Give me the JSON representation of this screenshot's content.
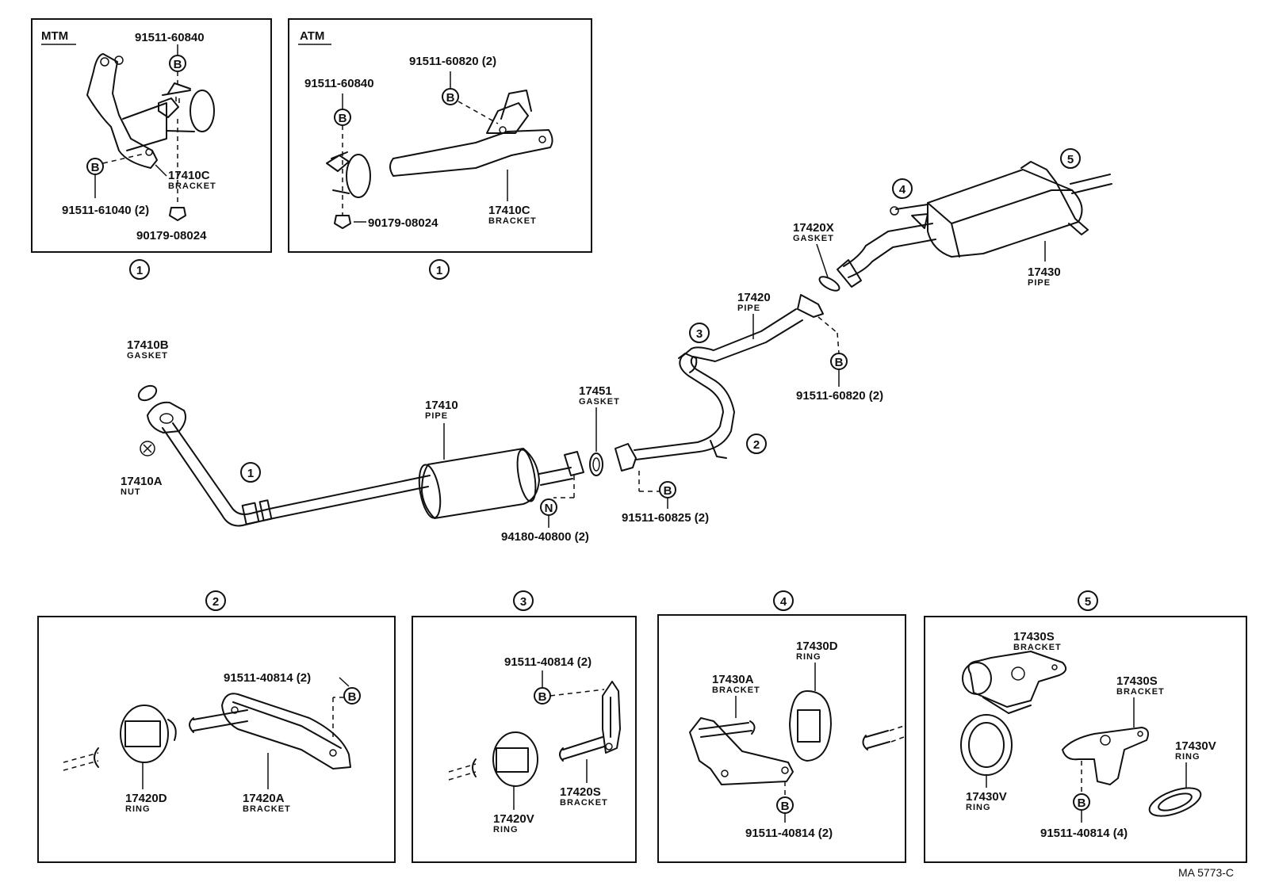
{
  "insets": {
    "mtm_title": "MTM",
    "atm_title": "ATM"
  },
  "parts": {
    "p91511_60840_a": "91511-60840",
    "p91511_60840_b": "91511-60840",
    "p17410C_a": "17410C",
    "p17410C_b": "17410C",
    "bracket": "BRACKET",
    "p91511_61040": "91511-61040 (2)",
    "p90179_08024_a": "90179-08024",
    "p90179_08024_b": "90179-08024",
    "p91511_60820_a": "91511-60820 (2)",
    "p91511_60820_b": "91511-60820 (2)",
    "p17420X": "17420X",
    "gasket": "GASKET",
    "p17430": "17430",
    "pipe": "PIPE",
    "p17420": "17420",
    "p17410B": "17410B",
    "p17410A": "17410A",
    "nut": "NUT",
    "p17410": "17410",
    "p17451": "17451",
    "p94180": "94180-40800 (2)",
    "p91511_60825": "91511-60825 (2)",
    "p91511_40814_a": "91511-40814 (2)",
    "p91511_40814_b": "91511-40814 (2)",
    "p91511_40814_c": "91511-40814 (2)",
    "p91511_40814_d": "91511-40814 (4)",
    "p17420D": "17420D",
    "ring": "RING",
    "p17420A": "17420A",
    "p17420V": "17420V",
    "p17420S": "17420S",
    "p17430A": "17430A",
    "p17430D": "17430D",
    "p17430S_a": "17430S",
    "p17430S_b": "17430S",
    "p17430V_a": "17430V",
    "p17430V_b": "17430V"
  },
  "callouts": {
    "c1": "1",
    "c2": "2",
    "c3": "3",
    "c4": "4",
    "c5": "5",
    "bolt": "B",
    "nutmark": "N"
  },
  "reference": "MA 5773-C"
}
